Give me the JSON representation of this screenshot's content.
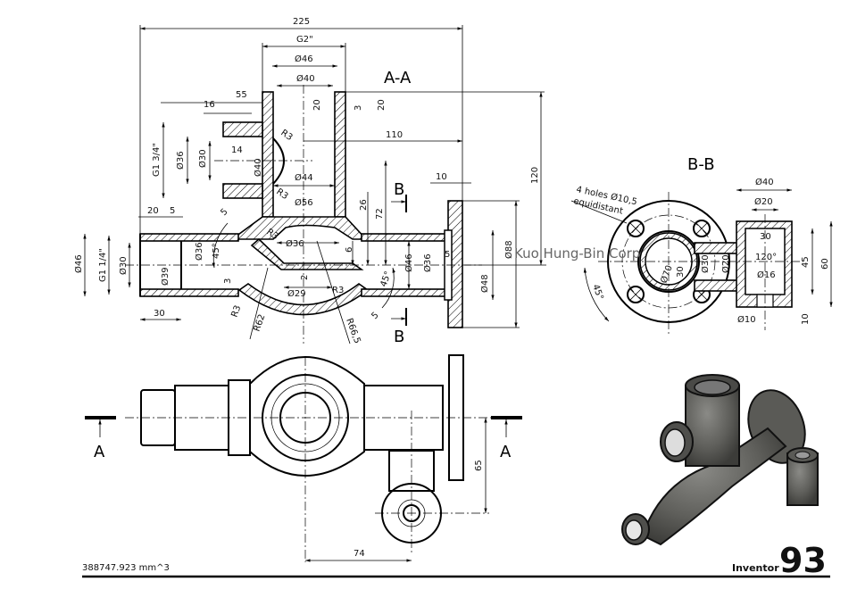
{
  "drawing": {
    "section_aa_label": "A-A",
    "section_bb_label": "B-B",
    "watermark": "Kuo Hung-Bin Corp",
    "volume": "388747.923 mm^3",
    "software": "Inventor",
    "exercise_number": "93",
    "cut_markers": {
      "a": "A",
      "b": "B"
    }
  },
  "section_aa": {
    "dims": {
      "overall_length": "225",
      "top_thread": "G2\"",
      "top_d46": "Ø46",
      "top_d40": "Ø40",
      "top_depth_20": "20",
      "top_chamfer_3": "3",
      "top_collar_20": "20",
      "side_55": "55",
      "side_16": "16",
      "side_thread": "G1 3/4\"",
      "side_d36": "Ø36",
      "side_d30": "Ø30",
      "side_14": "14",
      "side_d40": "Ø40",
      "r3_a": "R3",
      "r3_b": "R3",
      "r3_c": "R3",
      "r3_d": "R3",
      "r3_e": "R3",
      "d44": "Ø44",
      "d56": "Ø56",
      "d36_mid": "Ø36",
      "d29": "Ø29",
      "dim_110": "110",
      "dim_120": "120",
      "dim_26": "26",
      "dim_72": "72",
      "dim_6": "6",
      "dim_2": "2",
      "dim_3": "3",
      "dim_5_a": "5",
      "dim_5_b": "5",
      "dim_5_c": "5",
      "dim_5_d": "5",
      "dim_10": "10",
      "dim_20": "20",
      "dim_30": "30",
      "left_d46": "Ø46",
      "left_thread": "G1 1/4\"",
      "left_d30": "Ø30",
      "left_d39": "Ø39",
      "left_d36": "Ø36",
      "angle_45_a": "45°",
      "angle_45_b": "45°",
      "right_d46": "Ø46",
      "right_d36": "Ø36",
      "flange_d88": "Ø88",
      "flange_d48": "Ø48",
      "r62": "R62",
      "r66_5": "R66,5"
    }
  },
  "section_bb": {
    "note_line1": "4 holes Ø10,5",
    "note_line2": "equidistant",
    "dims": {
      "d40": "Ø40",
      "d20_top": "Ø20",
      "dim_30_h": "30",
      "angle_120": "120°",
      "d16": "Ø16",
      "d10": "Ø10",
      "dim_45": "45",
      "dim_60": "60",
      "dim_10": "10",
      "d70": "Ø70",
      "dim_30_v": "30",
      "d30": "Ø30",
      "d20": "Ø20",
      "angle_45": "45°"
    }
  },
  "top_view": {
    "dims": {
      "dim_65": "65",
      "dim_74": "74"
    }
  }
}
